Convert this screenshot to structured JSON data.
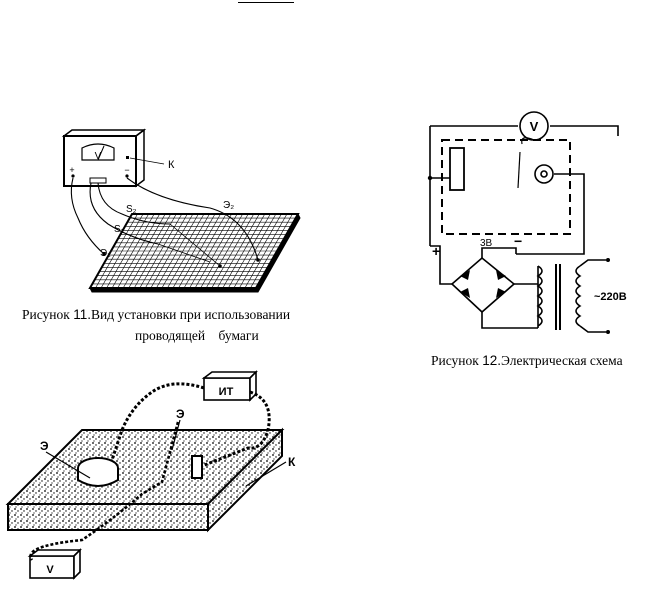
{
  "fig11": {
    "caption_prefix": "Рисунок ",
    "number": "11.",
    "caption_line1": "Вид установки при использовании",
    "caption_line2": "проводящей    бумаги",
    "label_meter": "V",
    "label_k": "К",
    "label_s1": "S₁",
    "label_s2": "S₂",
    "label_e1": "Э₁",
    "label_e2": "Э₂"
  },
  "fig12": {
    "caption_prefix": "Рисунок ",
    "number": "12.",
    "caption_text": "Электрическая схема",
    "label_meter": "V",
    "label_3v": "3В",
    "label_plus": "+",
    "label_minus": "−",
    "label_mains": "~220В"
  },
  "fig13": {
    "label_source": "ИТ",
    "label_meter": "V",
    "label_e_left": "Э",
    "label_e_center": "Э",
    "label_k": "К"
  }
}
